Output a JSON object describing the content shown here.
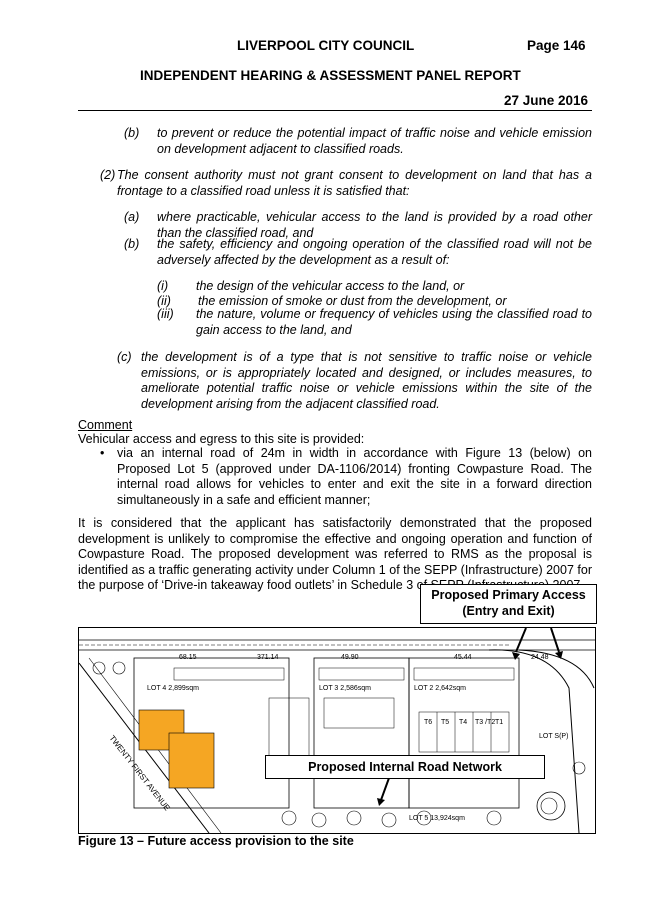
{
  "header": {
    "council": "LIVERPOOL CITY COUNCIL",
    "page": "Page 146",
    "report_title": "INDEPENDENT HEARING & ASSESSMENT PANEL REPORT",
    "date": "27 June 2016"
  },
  "clause1b": {
    "label": "(b)",
    "text": "to prevent or reduce the potential impact of traffic noise and vehicle emission on development adjacent to classified roads."
  },
  "clause2": {
    "label": "(2)",
    "text": "The consent authority must not grant consent to development on land that has a frontage to a classified road unless it is satisfied that:",
    "a": {
      "label": "(a)",
      "text": "where practicable, vehicular access to the land is provided by a road other than the classified road, and"
    },
    "b": {
      "label": "(b)",
      "text": "the safety, efficiency and ongoing operation of the classified road will not be adversely affected by the development as a result of:"
    },
    "roman": [
      {
        "label": "(i)",
        "text": "the design of the vehicular access to the land, or"
      },
      {
        "label": "(ii)",
        "text": "the emission of smoke or dust from the development, or"
      },
      {
        "label": "(iii)",
        "text": "the nature, volume or frequency of vehicles using the classified road to gain access to the land, and"
      }
    ],
    "c": {
      "label": "(c)",
      "text": "the development is of a type that is not sensitive to traffic noise or vehicle emissions, or is appropriately located and designed, or includes measures, to ameliorate potential traffic noise or vehicle emissions within the site of the development arising from the adjacent classified road."
    }
  },
  "comment": {
    "heading": "Comment",
    "intro": "Vehicular access and egress to this site is provided:",
    "bullet": "via an internal road of 24m in width in accordance with Figure 13 (below) on Proposed Lot 5 (approved under DA-1106/2014) fronting Cowpasture Road. The internal road allows for vehicles to enter and exit the site in a forward direction simultaneously in a safe and efficient manner;",
    "paragraph": "It is considered that the applicant has satisfactorily demonstrated that the proposed development is unlikely to compromise the effective and ongoing operation and function of Cowpasture Road. The proposed development was referred to RMS as the proposal is identified as a traffic generating activity under Column 1 of the SEPP (Infrastructure) 2007 for the purpose of ‘Drive-in takeaway food outlets’ in Schedule 3 of SEPP (Infrastructure) 2007."
  },
  "figure": {
    "callout_access_line1": "Proposed Primary Access",
    "callout_access_line2": "(Entry and Exit)",
    "callout_road": "Proposed Internal Road Network",
    "caption": "Figure 13 – Future access provision to the site",
    "plan_labels": {
      "dim_top_1": "68.15",
      "dim_top_2": "371.14",
      "dim_top_3": "49.90",
      "dim_top_4": "45.44",
      "dim_top_5": "24.48",
      "lot4": "LOT 4  2,899sqm",
      "lot3": "LOT 3  2,586sqm",
      "lot2": "LOT 2  2,642sqm",
      "lot5": "LOT 5  13,924sqm",
      "lot_s": "LOT S(P)",
      "street": "TWENTY FIRST AVENUE",
      "units": [
        "T6",
        "T5",
        "T4",
        "T3 /T2",
        "T1"
      ]
    },
    "colors": {
      "building": "#f5a623"
    }
  }
}
